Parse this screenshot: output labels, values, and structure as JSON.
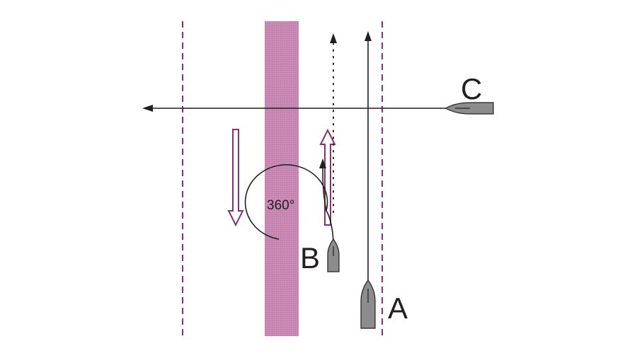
{
  "labels": {
    "vessel_a": "A",
    "vessel_b": "B",
    "vessel_c": "C",
    "turn": "360°"
  },
  "colors": {
    "lane_band": "#c98ab6",
    "lane_border": "#8b2f6e",
    "hollow_arrow": "#8b2f6e",
    "line": "#231f20",
    "vessel_fill": "#8c8c8c",
    "vessel_stroke": "#231f20"
  }
}
